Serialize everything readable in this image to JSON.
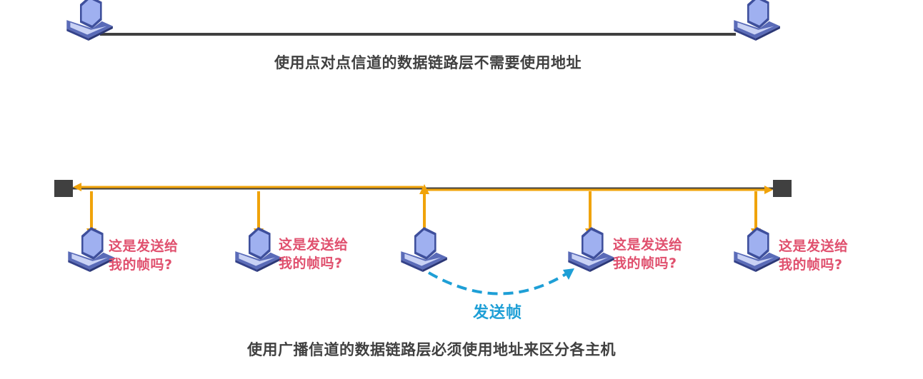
{
  "top": {
    "caption": "使用点对点信道的数据链路层不需要使用地址"
  },
  "bottom": {
    "caption": "使用广播信道的数据链路层必须使用地址来区分各主机",
    "send_label": "发送帧",
    "hosts": [
      {
        "question_line1": "这是发送给",
        "question_line2": "我的帧吗?"
      },
      {
        "question_line1": "这是发送给",
        "question_line2": "我的帧吗?"
      },
      {
        "question_line1": "",
        "question_line2": ""
      },
      {
        "question_line1": "这是发送给",
        "question_line2": "我的帧吗?"
      },
      {
        "question_line1": "这是发送给",
        "question_line2": "我的帧吗?"
      }
    ]
  },
  "colors": {
    "link": "#404040",
    "bus": "#f0a30a",
    "question_text": "#e0506e",
    "send_arrow": "#1e9fd6",
    "laptop_body": "#5a6bb8"
  },
  "icons": [
    "laptop-icon",
    "bus-terminator-icon"
  ]
}
